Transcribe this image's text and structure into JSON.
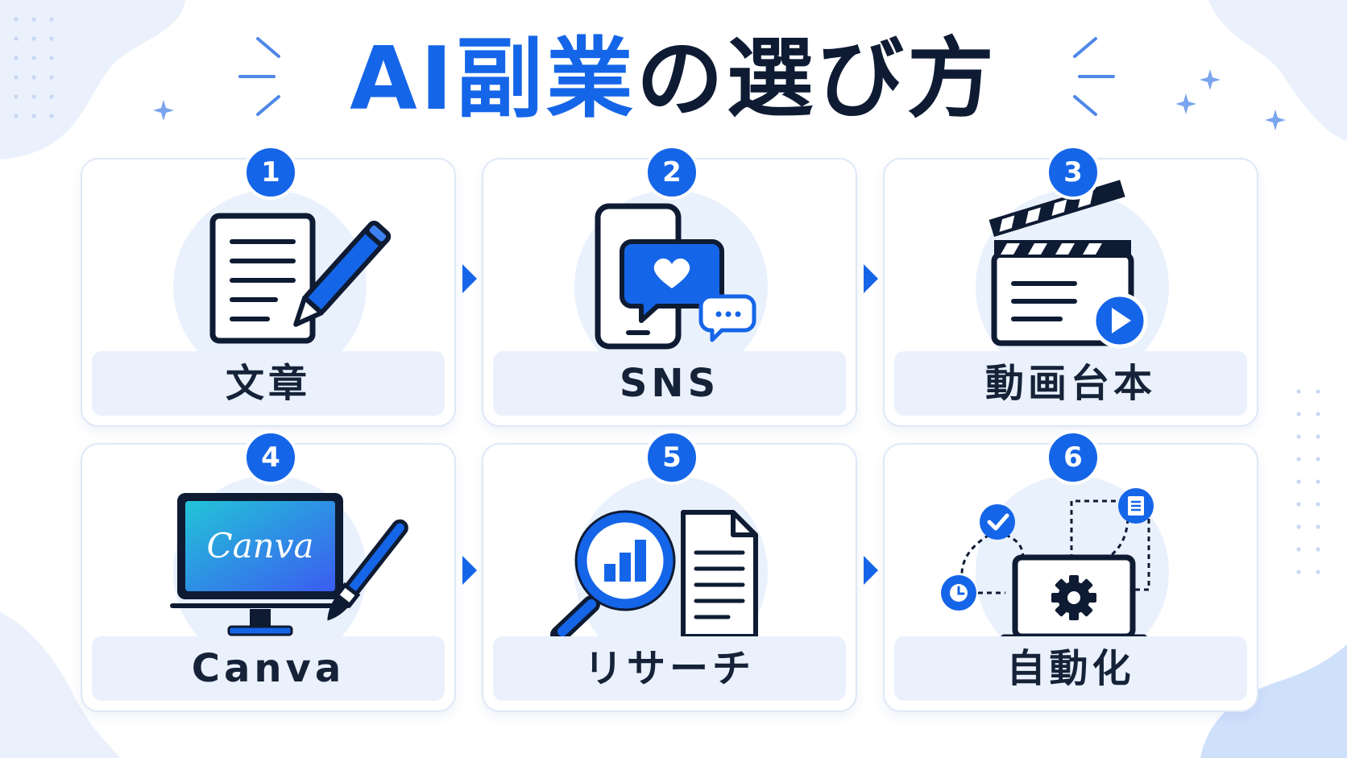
{
  "title": {
    "part1": "AI副業",
    "part2": "の選び方"
  },
  "colors": {
    "accent": "#1565e8",
    "dark": "#0e1b33",
    "soft": "#e9f1fd"
  },
  "cards": [
    {
      "number": "1",
      "label": "文章",
      "icon": "document-pen-icon"
    },
    {
      "number": "2",
      "label": "SNS",
      "icon": "smartphone-heart-chat-icon"
    },
    {
      "number": "3",
      "label": "動画台本",
      "icon": "clapperboard-play-icon"
    },
    {
      "number": "4",
      "label": "Canva",
      "icon": "monitor-brush-icon",
      "screen_text": "Canva"
    },
    {
      "number": "5",
      "label": "リサーチ",
      "icon": "magnifier-chart-document-icon"
    },
    {
      "number": "6",
      "label": "自動化",
      "icon": "laptop-gear-workflow-icon"
    }
  ]
}
